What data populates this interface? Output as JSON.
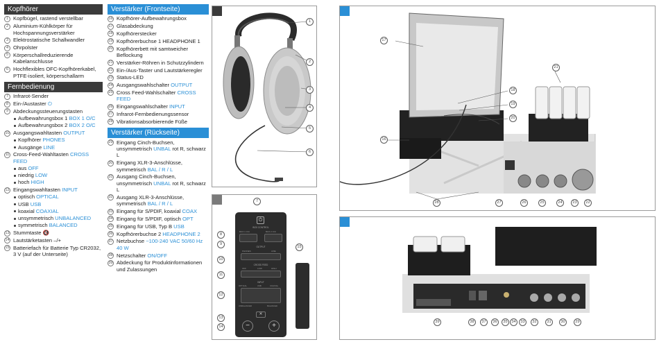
{
  "colors": {
    "section_dark": "#3b3b3b",
    "section_blue": "#2a8fd6",
    "highlight": "#2a8fd6"
  },
  "headphones": {
    "title": "Kopfhörer",
    "items": [
      {
        "n": "1",
        "text": "Kopfbügel, rastend verstellbar"
      },
      {
        "n": "2",
        "text": "Aluminium-Kühlkörper für Hochspannungsverstärker"
      },
      {
        "n": "3",
        "text": "Elektrostatische Schallwandler"
      },
      {
        "n": "4",
        "text": "Ohrpolster"
      },
      {
        "n": "5",
        "text": "Körperschallreduzierende Kabelanschlusse"
      },
      {
        "n": "6",
        "text": "Hochflexibles OFC-Kopfhörerkabel, PTFE-isoliert, körperschallarm"
      }
    ]
  },
  "remote": {
    "title": "Fernbedienung",
    "items": [
      {
        "n": "7",
        "text": "Infrarot-Sender"
      },
      {
        "n": "8",
        "text": "Ein-/Austaster",
        "icon": "⏻"
      },
      {
        "n": "9",
        "text": "Abdeckungssteuerungstasten",
        "subs": [
          {
            "pre": "Aufbewahrungsbox 1 ",
            "hl": "BOX 1 O/C"
          },
          {
            "pre": "Aufbewahrungsbox 2 ",
            "hl": "BOX 2 O/C"
          }
        ]
      },
      {
        "n": "10",
        "pre": "Ausgangswahltasten ",
        "hl": "OUTPUT",
        "subs": [
          {
            "pre": "Kopfhörer ",
            "hl": "PHONES"
          },
          {
            "pre": "Ausgänge ",
            "hl": "LINE"
          }
        ]
      },
      {
        "n": "11",
        "pre": "Cross-Feed-Wahltasten ",
        "hl": "CROSS FEED",
        "subs": [
          {
            "pre": "aus ",
            "hl": "OFF"
          },
          {
            "pre": "niedrig ",
            "hl": "LOW"
          },
          {
            "pre": "hoch ",
            "hl": "HIGH"
          }
        ]
      },
      {
        "n": "12",
        "pre": "Eingangswahltasten ",
        "hl": "INPUT",
        "subs": [
          {
            "pre": "optisch ",
            "hl": "OPTICAL"
          },
          {
            "pre": "USB ",
            "hl": "USB"
          },
          {
            "pre": "koaxial ",
            "hl": "COAXIAL"
          },
          {
            "pre": "unsymmetrisch ",
            "hl": "UNBALANCED"
          },
          {
            "pre": "symmetrisch ",
            "hl": "BALANCED"
          }
        ]
      },
      {
        "n": "13",
        "text": "Stummtaste",
        "icon": "🔇"
      },
      {
        "n": "14",
        "text": "Lautstärketasten –/+"
      },
      {
        "n": "15",
        "text": "Batteriefach für Batterie Typ CR2032, 3 V (auf der Unterseite)"
      }
    ]
  },
  "amp_front": {
    "title": "Verstärker (Frontseite)",
    "items": [
      {
        "n": "16",
        "text": "Kopfhörer-Aufbewahrungsbox"
      },
      {
        "n": "17",
        "text": "Glasabdeckung"
      },
      {
        "n": "18",
        "text": "Kopfhörerstecker"
      },
      {
        "n": "19",
        "text": "Kopfhörerbuchse 1 HEADPHONE 1"
      },
      {
        "n": "20",
        "text": "Kopfhörerbett mit samtweicher Beflockung"
      },
      {
        "n": "21",
        "text": "Verstärker-Röhren in Schutzzylindern"
      },
      {
        "n": "22",
        "text": "Ein-/Aus-Taster und Lautstärkeregler"
      },
      {
        "n": "23",
        "text": "Status-LED"
      },
      {
        "n": "24",
        "pre": "Ausgangswahlschalter ",
        "hl": "OUTPUT"
      },
      {
        "n": "25",
        "pre": "Cross Feed-Wahlschalter ",
        "hl": "CROSS FEED"
      },
      {
        "n": "26",
        "pre": "Eingangswahlschalter ",
        "hl": "INPUT"
      },
      {
        "n": "27",
        "text": "Infrarot-Fernbedienungssensor"
      },
      {
        "n": "28",
        "text": "Vibrationsabsorbierende Füße"
      }
    ]
  },
  "amp_rear": {
    "title": "Verstärker (Rückseite)",
    "items": [
      {
        "n": "29",
        "pre": "Eingang Cinch-Buchsen, unsymmetrisch ",
        "hl": "UNBAL",
        "post": " rot R, schwarz L"
      },
      {
        "n": "30",
        "pre": "Eingang XLR-3-Anschlüsse, symmetrisch ",
        "hl": "BAL",
        "mid": " / ",
        "hl2": "R",
        "mid2": " / ",
        "hl3": "L"
      },
      {
        "n": "31",
        "pre": "Ausgang Cinch-Buchsen, unsymmetrisch ",
        "hl": "UNBAL",
        "post": " rot R, schwarz L"
      },
      {
        "n": "32",
        "pre": "Ausgang XLR-3-Anschlüsse, symmetrisch ",
        "hl": "BAL",
        "mid": " / ",
        "hl2": "R",
        "mid2": " / ",
        "hl3": "L"
      },
      {
        "n": "33",
        "pre": "Eingang für S/PDIF, koaxial ",
        "hl": "COAX"
      },
      {
        "n": "34",
        "pre": "Eingang für S/PDIF, optisch ",
        "hl": "OPT"
      },
      {
        "n": "35",
        "pre": "Eingang für USB, Typ B ",
        "hl": "USB"
      },
      {
        "n": "36",
        "pre": "Kopfhörerbuchse 2 ",
        "hl": "HEADPHONE 2"
      },
      {
        "n": "37",
        "pre": "Netzbuchse ",
        "hl": "~100-240 VAC 50/60 Hz 40 W"
      },
      {
        "n": "38",
        "pre": "Netzschalter ",
        "hl": "ON/OFF"
      },
      {
        "n": "39",
        "text": "Abdeckung für Produktinformationen und Zulassungen"
      }
    ]
  },
  "remote_labels": {
    "box_control": "BOX CONTROL",
    "box1": "BOX 1 O/C",
    "box2": "BOX 2 O/C",
    "output": "OUTPUT",
    "phones": "PHONES",
    "line": "LINE",
    "crossfeed": "CROSS FEED",
    "off": "OFF",
    "low": "LOW",
    "high": "HIGH",
    "input": "INPUT",
    "optical": "OPTICAL",
    "usb": "USB",
    "coaxial": "COAXIAL",
    "unbalanced": "UNBALANCED",
    "balanced": "BALANCED"
  },
  "callouts": {
    "headphone": [
      "1",
      "2",
      "3",
      "4",
      "5",
      "6"
    ],
    "remote_top": "7",
    "remote_left": [
      "8",
      "9",
      "10",
      "11",
      "12",
      "13",
      "14"
    ],
    "remote_right": "15",
    "front": {
      "glass": "17",
      "tubes": "21",
      "plug": "18",
      "jack": "19",
      "bed": "20",
      "box": "16",
      "feet": "28",
      "sensor": "27",
      "input": "26",
      "crossfeed": "25",
      "output": "24",
      "led": "23",
      "volume": "22"
    },
    "rear": [
      "39",
      "38",
      "37",
      "36",
      "35",
      "34",
      "33",
      "32",
      "31",
      "30",
      "29"
    ]
  }
}
